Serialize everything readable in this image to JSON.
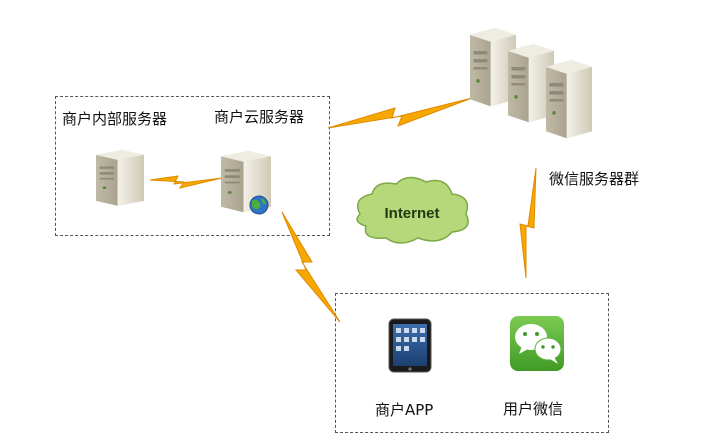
{
  "labels": {
    "merchant_internal_server": "商户内部服务器",
    "merchant_cloud_server": "商户云服务器",
    "wechat_server_cluster": "微信服务器群",
    "internet": "Internet",
    "merchant_app": "商户APP",
    "user_wechat": "用户微信"
  },
  "colors": {
    "lightning": "#f7a800",
    "lightning_stroke": "#e08a00",
    "cloud_fill": "#b5d87a",
    "cloud_stroke": "#7da845",
    "server_body": "#e9e6da",
    "server_front": "#d8d3c3",
    "wechat_green": "#5ab33a",
    "dashed_border": "#555555"
  },
  "icons": [
    "server-icon",
    "globe-icon",
    "tablet-icon",
    "wechat-icon",
    "cloud-icon",
    "lightning-link"
  ]
}
